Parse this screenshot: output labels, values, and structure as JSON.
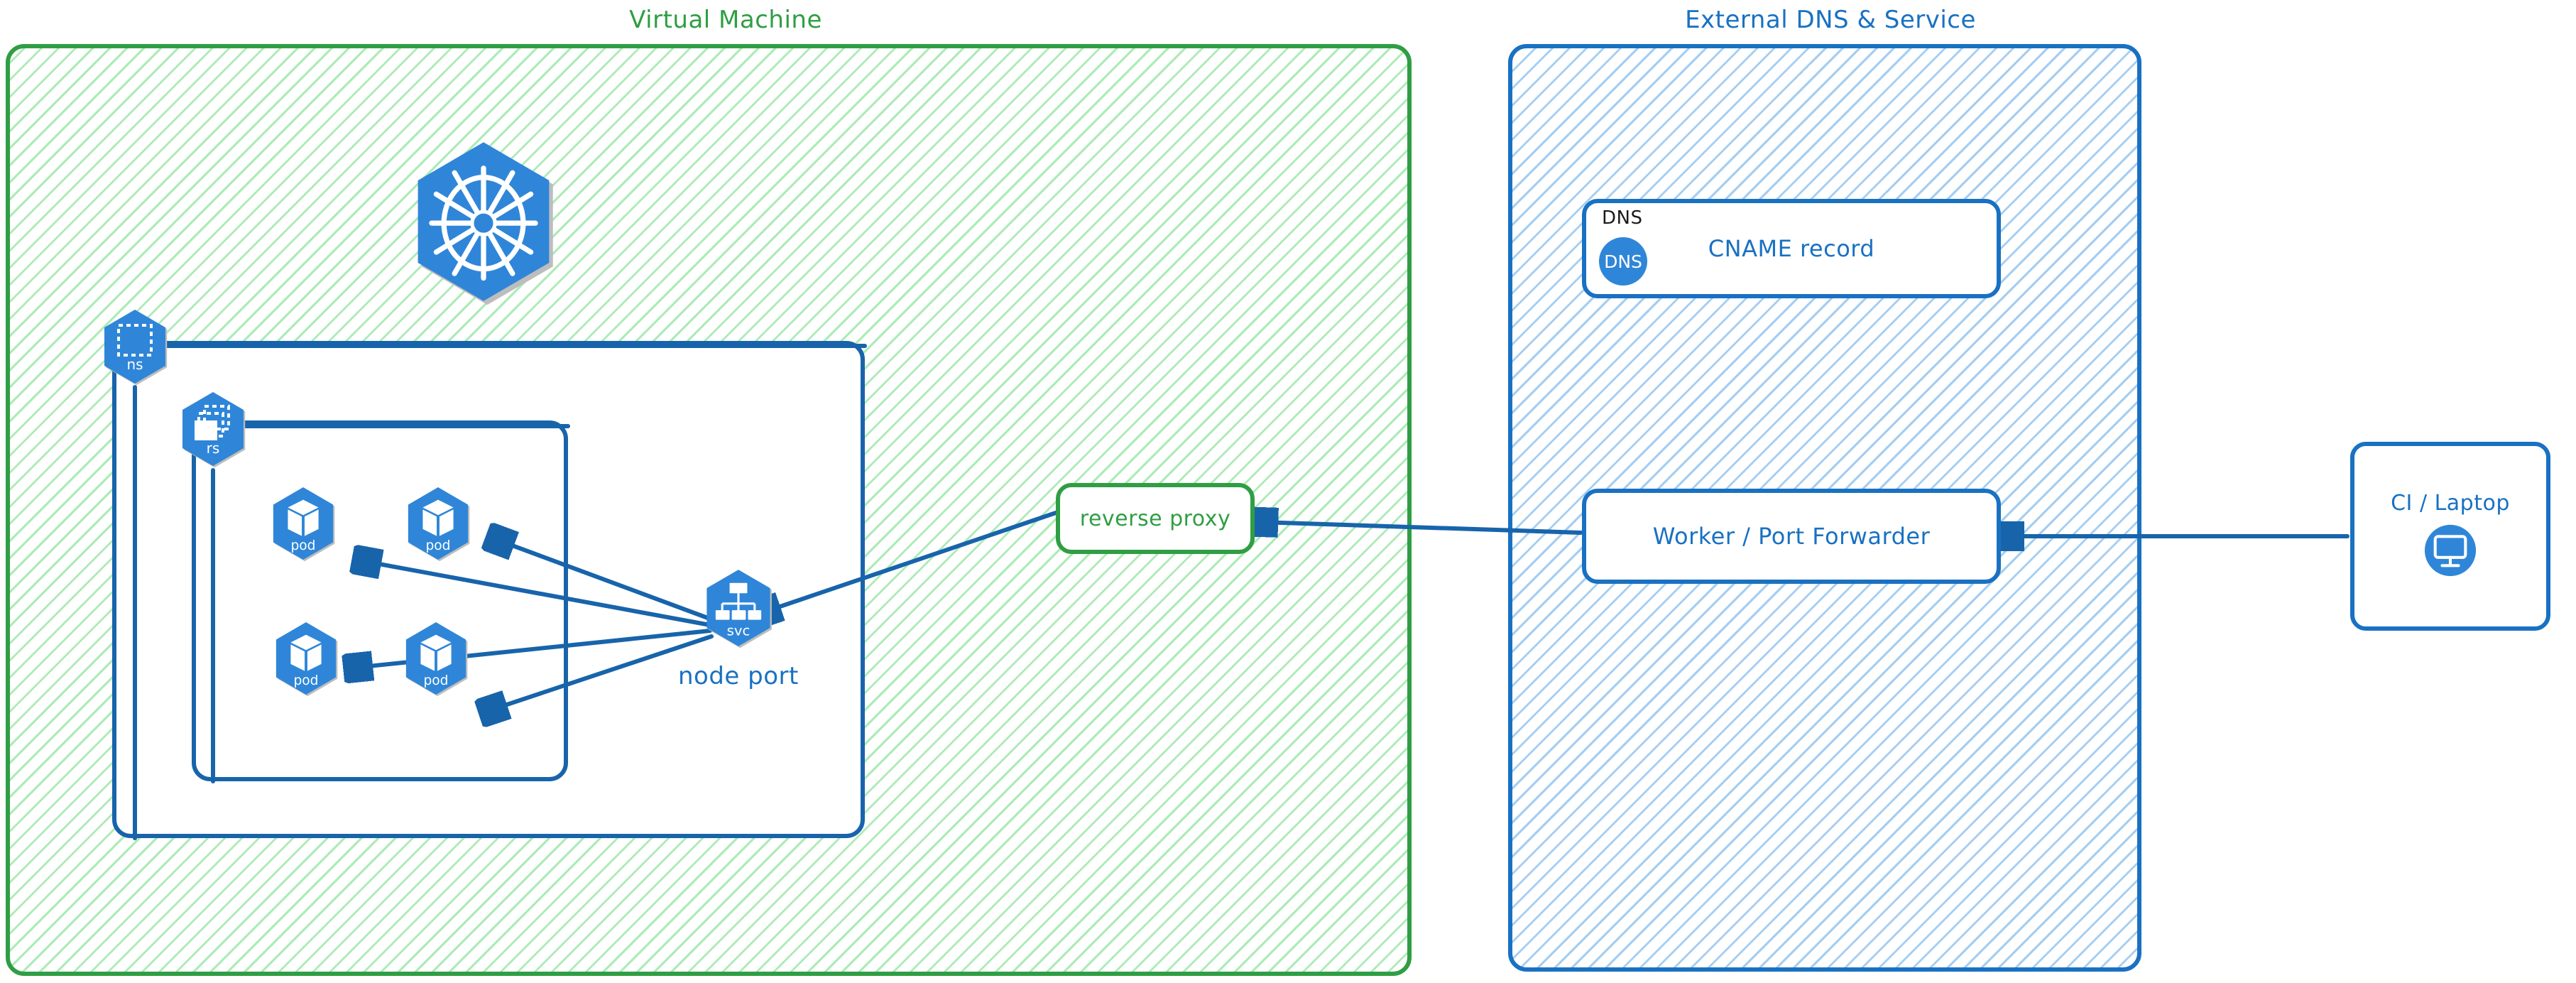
{
  "diagram": {
    "style": "hand-drawn-excalidraw",
    "colors": {
      "green": "#2f9e44",
      "green_hatch": "#69db7c",
      "blue": "#1971c2",
      "blue_dark": "#1864ab",
      "blue_fill": "#2f86d8",
      "blue_hatch": "#74b4eb",
      "black": "#1b1b1b",
      "white": "#ffffff"
    },
    "groups": [
      {
        "id": "vm",
        "title": "Virtual Machine",
        "accent": "#2f9e44"
      },
      {
        "id": "ext",
        "title": "External DNS & Service",
        "accent": "#1971c2"
      }
    ]
  },
  "vm": {
    "title": "Virtual Machine",
    "logo": {
      "icon": "kubernetes-wheel-icon",
      "label": ""
    },
    "namespace": {
      "icon": "kubernetes-ns-icon",
      "label": "ns"
    },
    "replicaset": {
      "icon": "kubernetes-rs-icon",
      "label": "rs"
    },
    "pods": [
      {
        "icon": "kubernetes-pod-icon",
        "label": "pod"
      },
      {
        "icon": "kubernetes-pod-icon",
        "label": "pod"
      },
      {
        "icon": "kubernetes-pod-icon",
        "label": "pod"
      },
      {
        "icon": "kubernetes-pod-icon",
        "label": "pod"
      }
    ],
    "service": {
      "icon": "kubernetes-svc-icon",
      "label": "svc",
      "caption": "node port"
    },
    "reverse_proxy": {
      "label": "reverse proxy"
    }
  },
  "external": {
    "title": "External DNS & Service",
    "dns": {
      "caption": "DNS",
      "badge": "DNS",
      "record": "CNAME record"
    },
    "worker": {
      "label": "Worker / Port Forwarder"
    },
    "client": {
      "label": "CI / Laptop",
      "icon": "desktop-monitor-icon"
    }
  }
}
